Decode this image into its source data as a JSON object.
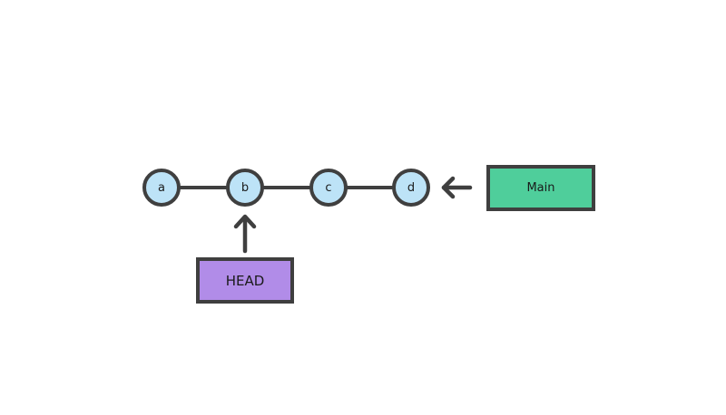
{
  "diagram": {
    "nodes": [
      "a",
      "b",
      "c",
      "d"
    ],
    "branch_box": {
      "label": "Main"
    },
    "head_box": {
      "label": "HEAD"
    }
  },
  "theme": {
    "background": "#ffffff",
    "node_fill": "#BDE3F7",
    "stroke": "#3F3F3F",
    "branch_fill": "#4FCE9B",
    "head_fill": "#B18CE8",
    "text": "#1a1a1a"
  }
}
